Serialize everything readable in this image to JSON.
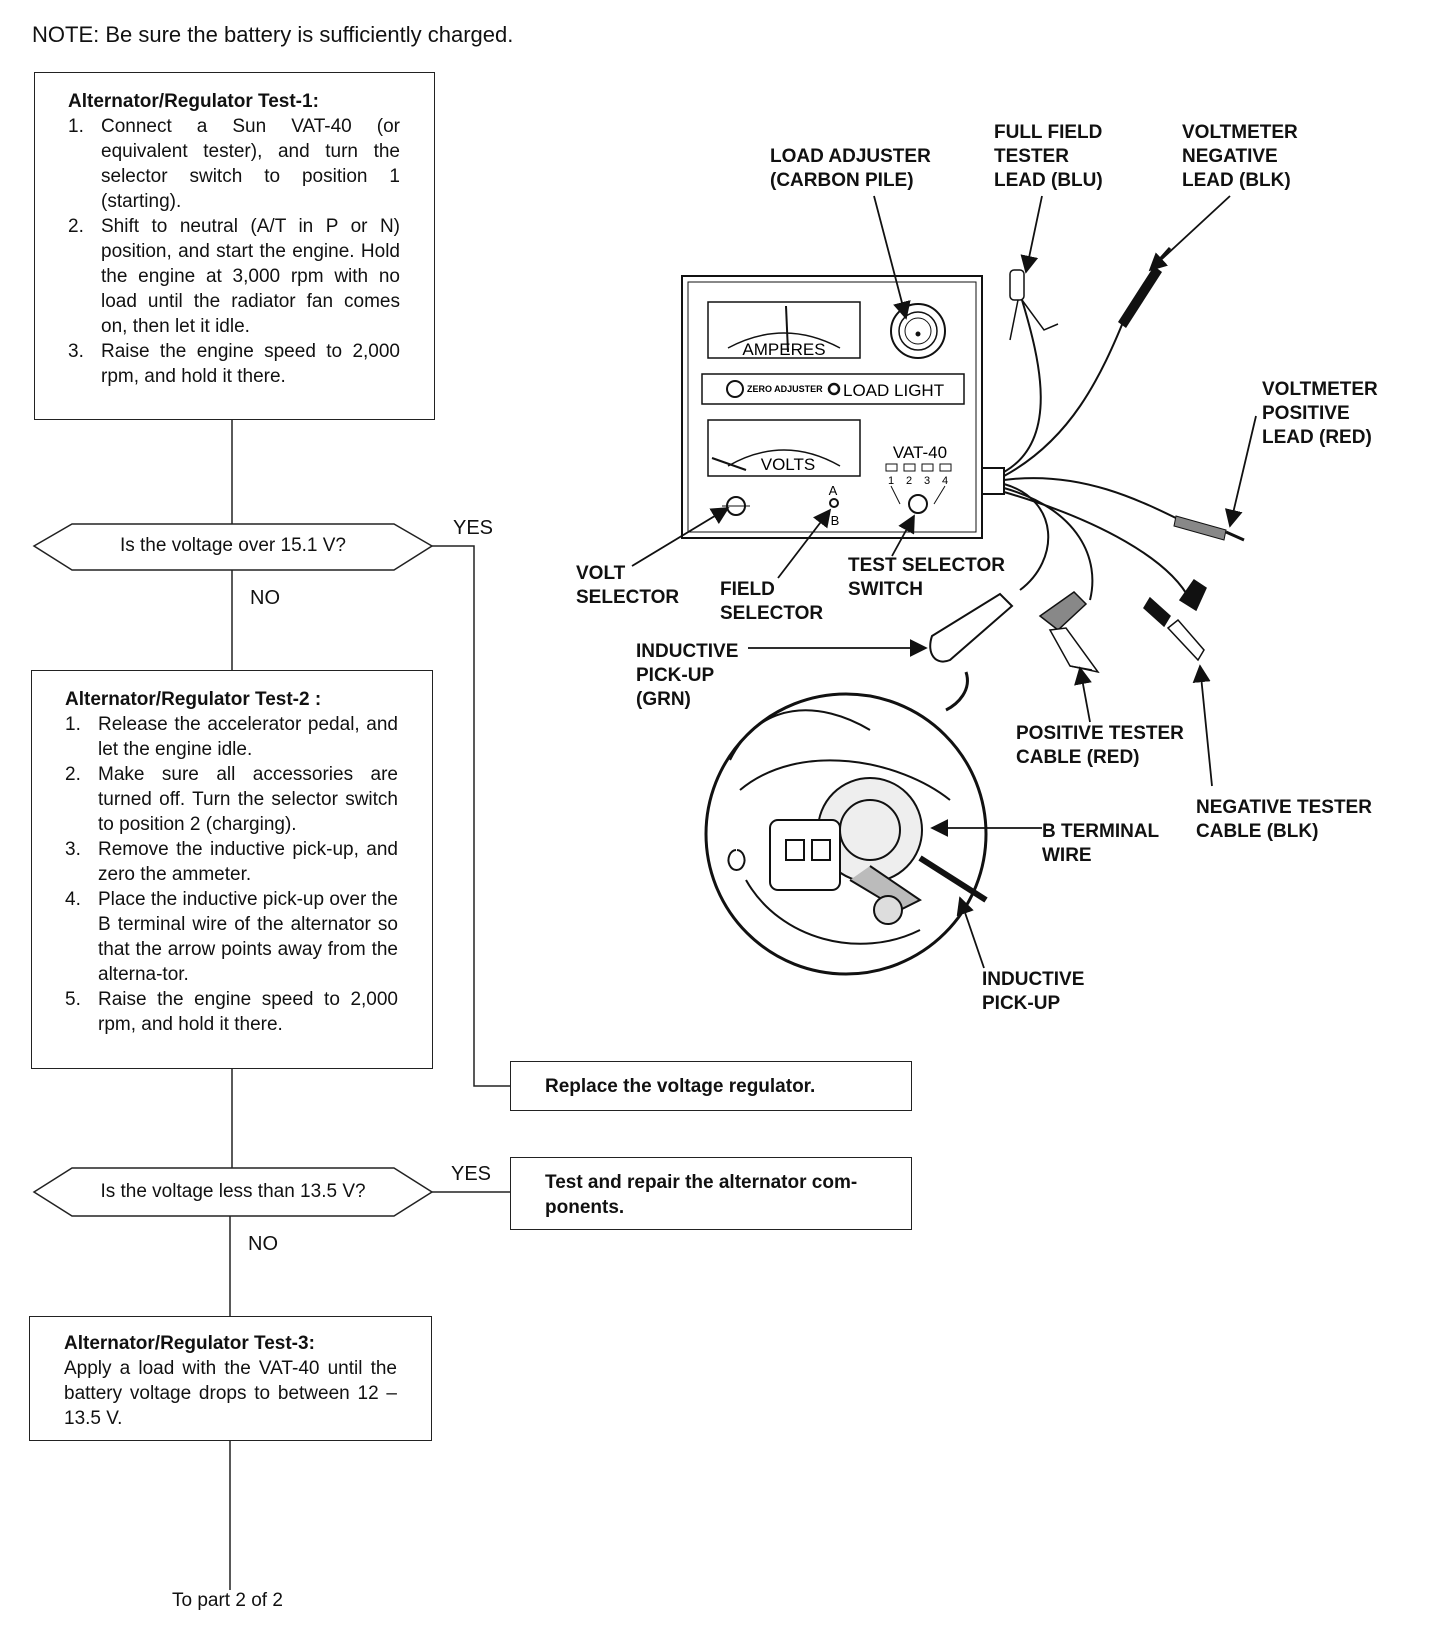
{
  "note": "NOTE:  Be sure the battery is sufficiently charged.",
  "test1": {
    "title": "Alternator/Regulator Test-1:",
    "steps": [
      {
        "num": "1.",
        "text": "Connect a Sun VAT-40 (or equivalent tester), and turn the selector switch to position 1 (starting)."
      },
      {
        "num": "2.",
        "text": "Shift to neutral (A/T in P or N) position, and start the engine. Hold the engine at 3,000 rpm with no load until the radiator fan comes on, then let it idle."
      },
      {
        "num": "3.",
        "text": "Raise the engine speed to 2,000 rpm, and hold it there."
      }
    ]
  },
  "decision1": {
    "question": "Is the voltage over 15.1 V?",
    "yes": "YES",
    "no": "NO"
  },
  "result1": "Replace the voltage regulator.",
  "test2": {
    "title": "Alternator/Regulator Test-2 :",
    "steps": [
      {
        "num": "1.",
        "text": "Release the accelerator pedal, and let the engine idle."
      },
      {
        "num": "2.",
        "text": "Make sure all accessories are turned off. Turn the selector switch to position 2 (charging)."
      },
      {
        "num": "3.",
        "text": "Remove the inductive pick-up, and zero the ammeter."
      },
      {
        "num": "4.",
        "text": "Place the inductive pick-up over the B terminal wire of the alternator so that the arrow points away from the alterna-tor."
      },
      {
        "num": "5.",
        "text": "Raise the engine speed to 2,000 rpm, and hold it there."
      }
    ]
  },
  "decision2": {
    "question": "Is the voltage less than 13.5 V?",
    "yes": "YES",
    "no": "NO"
  },
  "result2": "Test and repair the alternator com-ponents.",
  "test3": {
    "title": "Alternator/Regulator Test-3:",
    "text": "Apply a load with the VAT-40 until the battery voltage drops to between 12 – 13.5 V."
  },
  "footer": "To part 2 of 2",
  "tester": {
    "meter_amperes": "AMPERES",
    "meter_volts": "VOLTS",
    "zero_adjuster": "ZERO ADJUSTER",
    "load_light": "LOAD LIGHT",
    "model": "VAT-40",
    "positions": [
      "1",
      "2",
      "3",
      "4"
    ],
    "field_a": "A",
    "field_b": "B"
  },
  "labels": {
    "load_adjuster": "LOAD ADJUSTER\n(CARBON PILE)",
    "full_field": "FULL FIELD\nTESTER\nLEAD (BLU)",
    "volt_neg": "VOLTMETER\nNEGATIVE\nLEAD (BLK)",
    "volt_pos": "VOLTMETER\nPOSITIVE\nLEAD (RED)",
    "volt_selector": "VOLT\nSELECTOR",
    "field_selector": "FIELD\nSELECTOR",
    "test_selector": "TEST SELECTOR\nSWITCH",
    "inductive_grn": "INDUCTIVE\nPICK-UP\n(GRN)",
    "pos_cable": "POSITIVE TESTER\nCABLE (RED)",
    "neg_cable": "NEGATIVE TESTER\nCABLE (BLK)",
    "b_terminal": "B TERMINAL\nWIRE",
    "inductive": "INDUCTIVE\nPICK-UP"
  }
}
